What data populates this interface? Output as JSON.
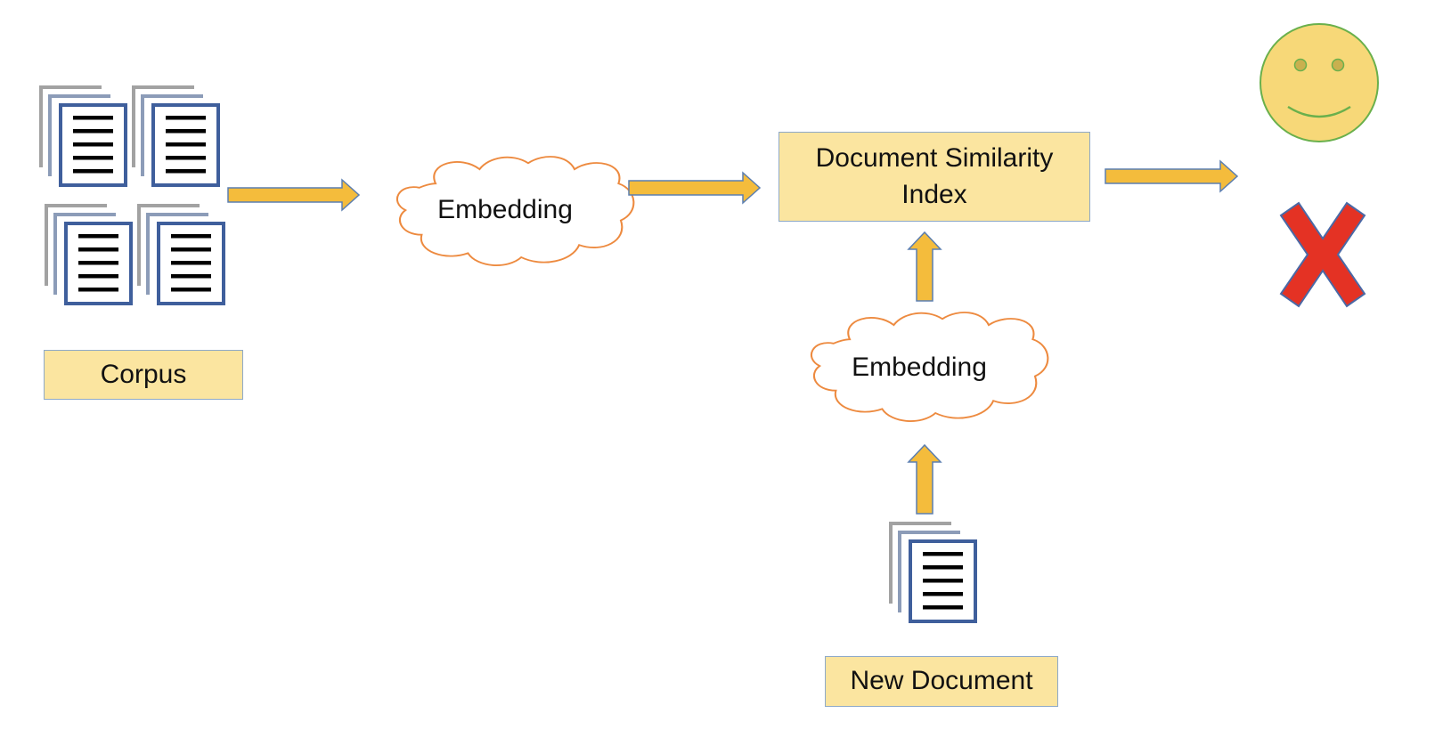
{
  "corpus": {
    "label": "Corpus",
    "document_count": 4
  },
  "embedding_top": {
    "label": "Embedding"
  },
  "embedding_bottom": {
    "label": "Embedding"
  },
  "similarity_index": {
    "label": "Document Similarity\nIndex"
  },
  "new_document": {
    "label": "New Document"
  },
  "outcomes": {
    "positive_icon": "smiley-face-icon",
    "negative_icon": "red-x-icon"
  },
  "colors": {
    "label_fill": "#fbe5a0",
    "label_border": "#8ea9c8",
    "arrow_fill": "#f4bc3c",
    "arrow_stroke": "#5b7eb0",
    "cloud_stroke": "#ed8a3f",
    "doc_border": "#3f5f9c",
    "smiley_fill": "#f7d878",
    "smiley_stroke": "#6ab04c",
    "x_fill": "#e43224",
    "x_stroke": "#4a69a6"
  }
}
